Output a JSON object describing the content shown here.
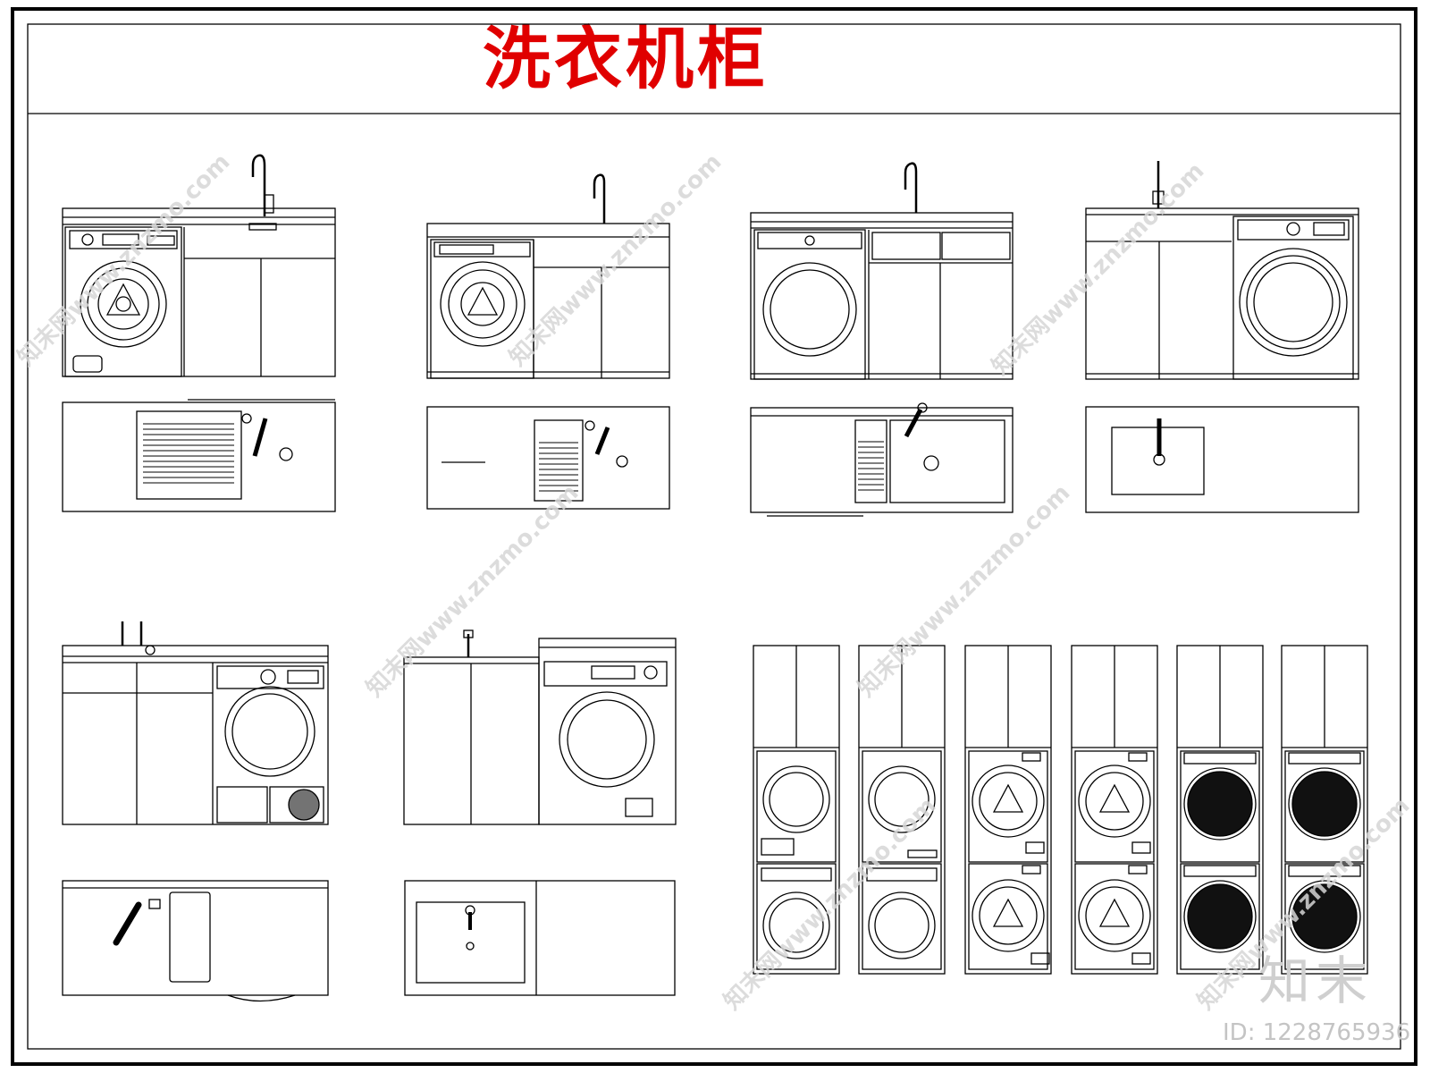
{
  "title": "洗衣机柜",
  "brand_logo": "知末",
  "image_id": "ID: 1228765936",
  "watermark": "知末网www.znzmo.com",
  "colors": {
    "title": "#e00000",
    "line": "#000000",
    "watermark": "#d6d6d6"
  },
  "icons": [
    "faucet-icon",
    "washer-door-icon",
    "drain-hole-icon",
    "sink-basin-icon"
  ]
}
